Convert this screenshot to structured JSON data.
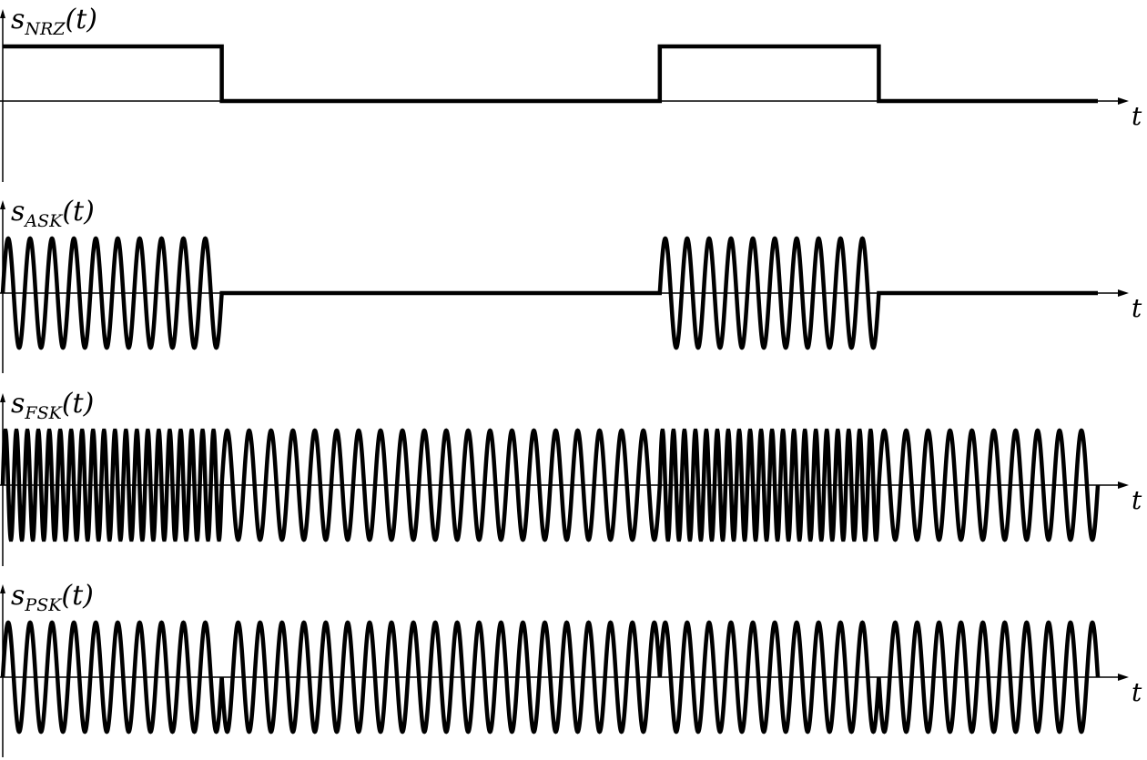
{
  "bits": [
    1,
    0,
    0,
    1,
    0
  ],
  "panels": [
    {
      "id": "nrz",
      "label_main": "s",
      "label_sub": "NRZ",
      "label_arg": "(t)",
      "x_label": "t",
      "kind": "nrz"
    },
    {
      "id": "ask",
      "label_main": "s",
      "label_sub": "ASK",
      "label_arg": "(t)",
      "x_label": "t",
      "kind": "ask",
      "cycles_per_bit": 10
    },
    {
      "id": "fsk",
      "label_main": "s",
      "label_sub": "FSK",
      "label_arg": "(t)",
      "x_label": "t",
      "kind": "fsk",
      "cycles_per_bit_one": 20,
      "cycles_per_bit_zero": 10
    },
    {
      "id": "psk",
      "label_main": "s",
      "label_sub": "PSK",
      "label_arg": "(t)",
      "x_label": "t",
      "kind": "psk",
      "cycles_per_bit": 10
    }
  ],
  "colors": {
    "signal": "#000000",
    "axis": "#000000",
    "background": "#ffffff"
  }
}
